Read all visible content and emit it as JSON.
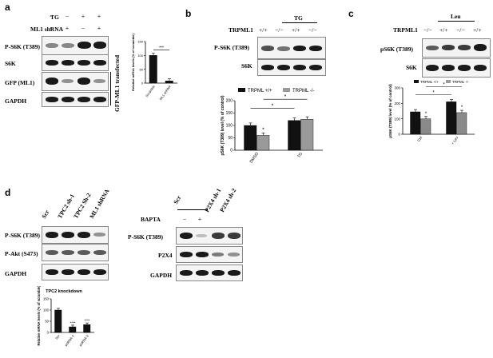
{
  "panels": {
    "a": {
      "letter": "a",
      "cond_labels": [
        "TG",
        "ML1 shRNA"
      ],
      "cond_signs": [
        [
          "−",
          "−",
          "+",
          "+"
        ],
        [
          "−",
          "+",
          "−",
          "+"
        ]
      ],
      "rows": [
        "P-S6K (T389)",
        "S6K",
        "GFP (ML1)",
        "GAPDH"
      ],
      "side_label": "GFP-ML1 transfected",
      "chart_data": {
        "type": "bar",
        "categories": [
          "Scramble",
          "ML1 shRNA"
        ],
        "values": [
          100,
          8
        ],
        "ylabel": "Relative mRNA levels (% of scramble)",
        "ylim": [
          0,
          150
        ],
        "yticks": [
          0,
          50,
          100,
          150
        ],
        "significance": "***"
      }
    },
    "b": {
      "letter": "b",
      "group_label": "TG",
      "genotype_label": "TRPML1",
      "genotypes": [
        "+/+",
        "−/−",
        "+/+",
        "−/−"
      ],
      "rows": [
        "P-S6K (T389)",
        "S6K"
      ],
      "chart_data": {
        "type": "bar",
        "categories": [
          "DMSO",
          "TG"
        ],
        "series": [
          {
            "name": "TRPML +/+",
            "values": [
              100,
              120
            ]
          },
          {
            "name": "TRPML -/-",
            "values": [
              60,
              125
            ]
          }
        ],
        "ylabel": "pS6K (T389) level (% of control)",
        "ylim": [
          0,
          200
        ],
        "yticks": [
          0,
          50,
          100,
          150,
          200
        ],
        "significance": [
          "*",
          "*",
          "*"
        ],
        "legend": "top"
      }
    },
    "c": {
      "letter": "c",
      "group_label": "Leu",
      "genotype_label": "TRPML1",
      "genotypes": [
        "−/−",
        "+/+",
        "−/−",
        "+/+"
      ],
      "rows": [
        "pS6K (T389)",
        "S6K"
      ],
      "chart_data": {
        "type": "bar",
        "categories": [
          "Ctrl",
          "+ Leu"
        ],
        "series": [
          {
            "name": "TRPML +/+",
            "values": [
              145,
              210
            ]
          },
          {
            "name": "TRPML -/-",
            "values": [
              100,
              140
            ]
          }
        ],
        "ylabel": "pS6K (T389) level (% of control)",
        "ylim": [
          0,
          300
        ],
        "yticks": [
          0,
          100,
          200,
          300
        ],
        "significance": [
          "*",
          "*",
          "*",
          "*"
        ],
        "legend": "top"
      }
    },
    "d": {
      "letter": "d",
      "lanes_left": [
        "Scr",
        "TPC2 sh-1",
        "TPC2 Sh-2",
        "ML1 shRNA"
      ],
      "rows_left": [
        "P-S6K (T389)",
        "P-Akt (S473)",
        "GAPDH"
      ],
      "lanes_right_scr": "Scr",
      "lanes_right": [
        "P2X4 sh-1",
        "P2X4 sh-2"
      ],
      "bapta_label": "BAPTA",
      "bapta_signs": [
        "−",
        "+"
      ],
      "rows_right": [
        "P-S6K (T389)",
        "P2X4",
        "GAPDH"
      ],
      "chart_data": {
        "type": "bar",
        "title": "TPC2 knockdown",
        "categories": [
          "Scr",
          "shRNA-1",
          "shRNA-2"
        ],
        "values": [
          100,
          25,
          35
        ],
        "ylabel": "Relative mRNA levels (% of scramble)",
        "ylim": [
          0,
          150
        ],
        "yticks": [
          0,
          50,
          100,
          150
        ],
        "significance": [
          "",
          "****",
          "****"
        ]
      }
    }
  }
}
